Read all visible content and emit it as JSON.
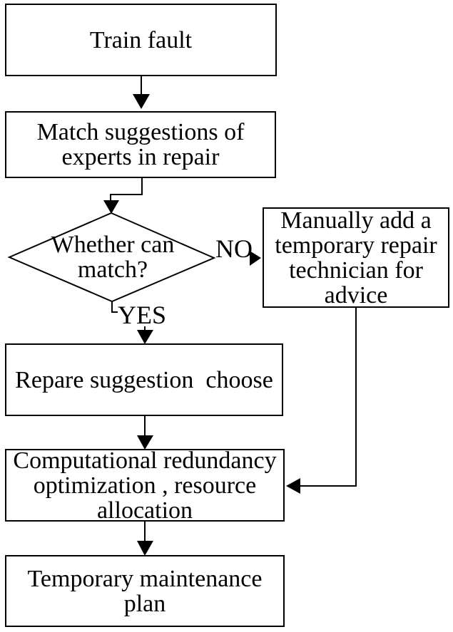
{
  "figure": {
    "type": "flowchart",
    "background_color": "#ffffff",
    "stroke_color": "#000000"
  },
  "nodes": {
    "train_fault": {
      "shape": "rect",
      "text": "Train fault"
    },
    "match_suggestions": {
      "shape": "rect",
      "text": "Match suggestions of\nexperts in repair"
    },
    "whether_can_match": {
      "shape": "diamond",
      "text": "Whether can\nmatch?"
    },
    "manually_add": {
      "shape": "rect",
      "text": "Manually add a\ntemporary repair\ntechnician for\nadvice"
    },
    "repare_suggestion": {
      "shape": "rect",
      "text": "Repare suggestion  choose"
    },
    "computational_redundancy": {
      "shape": "rect",
      "text": "Computational redundancy\noptimization , resource\nallocation"
    },
    "temporary_plan": {
      "shape": "rect",
      "text": "Temporary maintenance\nplan"
    }
  },
  "labels": {
    "no": "NO",
    "yes": "YES"
  },
  "edges": [
    {
      "from": "train_fault",
      "to": "match_suggestions",
      "label": ""
    },
    {
      "from": "match_suggestions",
      "to": "whether_can_match",
      "label": ""
    },
    {
      "from": "whether_can_match",
      "to": "manually_add",
      "label": "NO"
    },
    {
      "from": "whether_can_match",
      "to": "repare_suggestion",
      "label": "YES"
    },
    {
      "from": "repare_suggestion",
      "to": "computational_redundancy",
      "label": ""
    },
    {
      "from": "manually_add",
      "to": "computational_redundancy",
      "label": ""
    },
    {
      "from": "computational_redundancy",
      "to": "temporary_plan",
      "label": ""
    }
  ]
}
